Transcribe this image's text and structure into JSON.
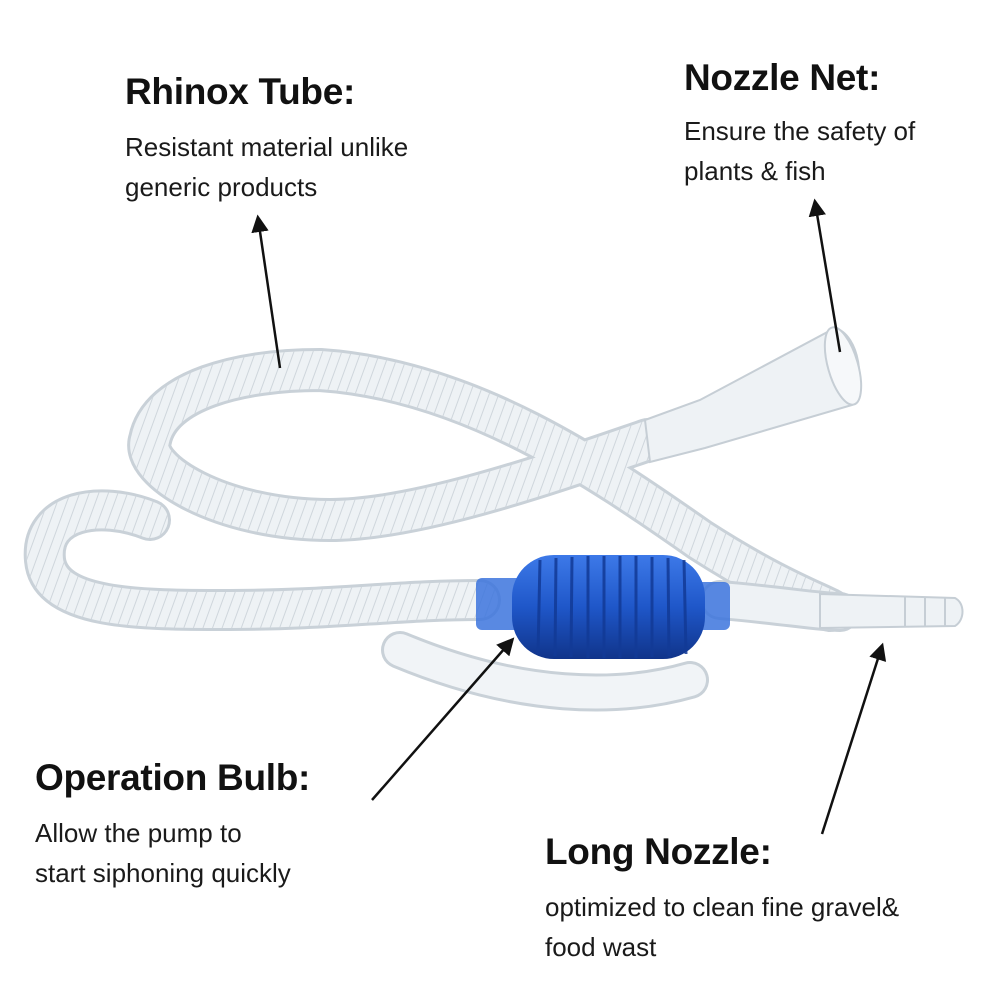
{
  "callouts": {
    "rhinox": {
      "title": "Rhinox Tube:",
      "line1": "Resistant material unlike",
      "line2": "generic products"
    },
    "nozzle_net": {
      "title": "Nozzle Net:",
      "line1": "Ensure the safety of",
      "line2": "plants & fish"
    },
    "operation_bulb": {
      "title": "Operation Bulb:",
      "line1": "Allow the pump to",
      "line2": "start siphoning quickly"
    },
    "long_nozzle": {
      "title": "Long Nozzle:",
      "line1": "optimized to clean fine gravel&",
      "line2": "food wast"
    }
  },
  "colors": {
    "tube": "#eef2f5",
    "tube_edge": "#c9d1d8",
    "bulb": "#1f57c9",
    "bulb_dark": "#123a96",
    "arrow": "#111111"
  },
  "icons": [
    "siphon-pump-illustration",
    "arrow-icon"
  ]
}
